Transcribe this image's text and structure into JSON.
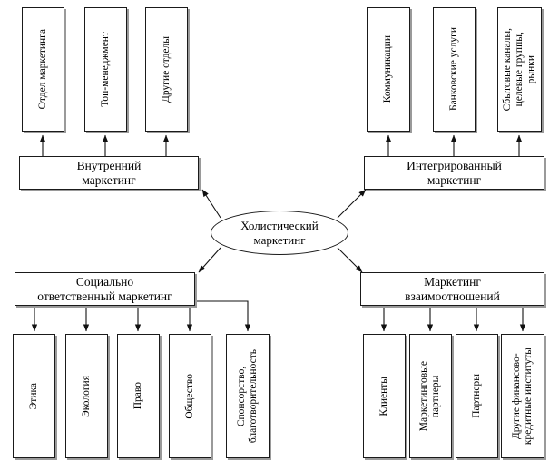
{
  "diagram": {
    "title": "Холистический маркетинг",
    "center": {
      "label": "Холистический\nмаркетинг",
      "shape": "ellipse"
    },
    "branches": [
      {
        "id": "internal",
        "label": "Внутренний\nмаркетинг",
        "leaves": [
          {
            "label": "Отдел маркетинга"
          },
          {
            "label": "Топ-менеджмент"
          },
          {
            "label": "Другие отделы"
          }
        ]
      },
      {
        "id": "integrated",
        "label": "Интегрированный\nмаркетинг",
        "leaves": [
          {
            "label": "Коммуникации"
          },
          {
            "label": "Банковские услуги"
          },
          {
            "label": "Сбытовые каналы,\nцелевые группы,\nрынки"
          }
        ]
      },
      {
        "id": "socially-responsible",
        "label": "Социально\nответственный маркетинг",
        "leaves": [
          {
            "label": "Этика"
          },
          {
            "label": "Экология"
          },
          {
            "label": "Право"
          },
          {
            "label": "Общество"
          },
          {
            "label": "Спонсорство,\nблаготворительность"
          }
        ]
      },
      {
        "id": "relationship",
        "label": "Маркетинг\nвзаимоотношений",
        "leaves": [
          {
            "label": "Клиенты"
          },
          {
            "label": "Маркетинговые\nпартнеры"
          },
          {
            "label": "Партнеры"
          },
          {
            "label": "Другие финансово-\nкредитные институты"
          }
        ]
      }
    ],
    "colors": {
      "stroke": "#1a1a1a",
      "shadow": "#9a9a9a",
      "background": "#ffffff",
      "text": "#000000"
    }
  }
}
